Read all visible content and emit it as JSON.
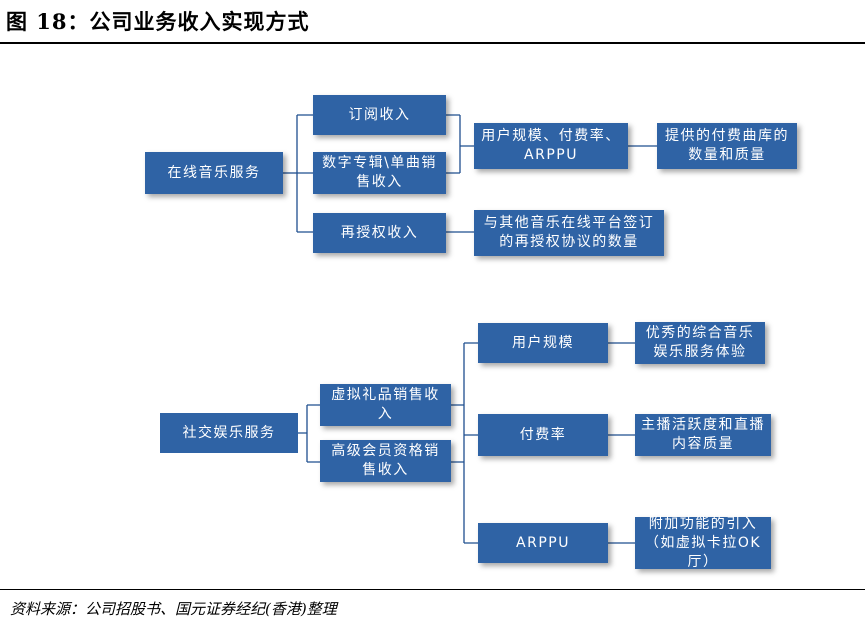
{
  "header": {
    "title": "图 18：公司业务收入实现方式"
  },
  "footer": {
    "source": "资料来源：公司招股书、国元证券经纪(香港)整理"
  },
  "diagram": {
    "online": {
      "root": "在线音乐服务",
      "sub1": "订阅收入",
      "sub2": "数字专辑\\单曲销售收入",
      "sub3": "再授权收入",
      "mid1": "用户规模、付费率、ARPPU",
      "mid3": "与其他音乐在线平台签订的再授权协议的数量",
      "right1": "提供的付费曲库的数量和质量"
    },
    "social": {
      "root": "社交娱乐服务",
      "sub1": "虚拟礼品销售收入",
      "sub2": "高级会员资格销售收入",
      "f1": "用户规模",
      "f2": "付费率",
      "f3": "ARPPU",
      "r1": "优秀的综合音乐娱乐服务体验",
      "r2": "主播活跃度和直播内容质量",
      "r3": "附加功能的引入（如虚拟卡拉OK厅）"
    }
  }
}
